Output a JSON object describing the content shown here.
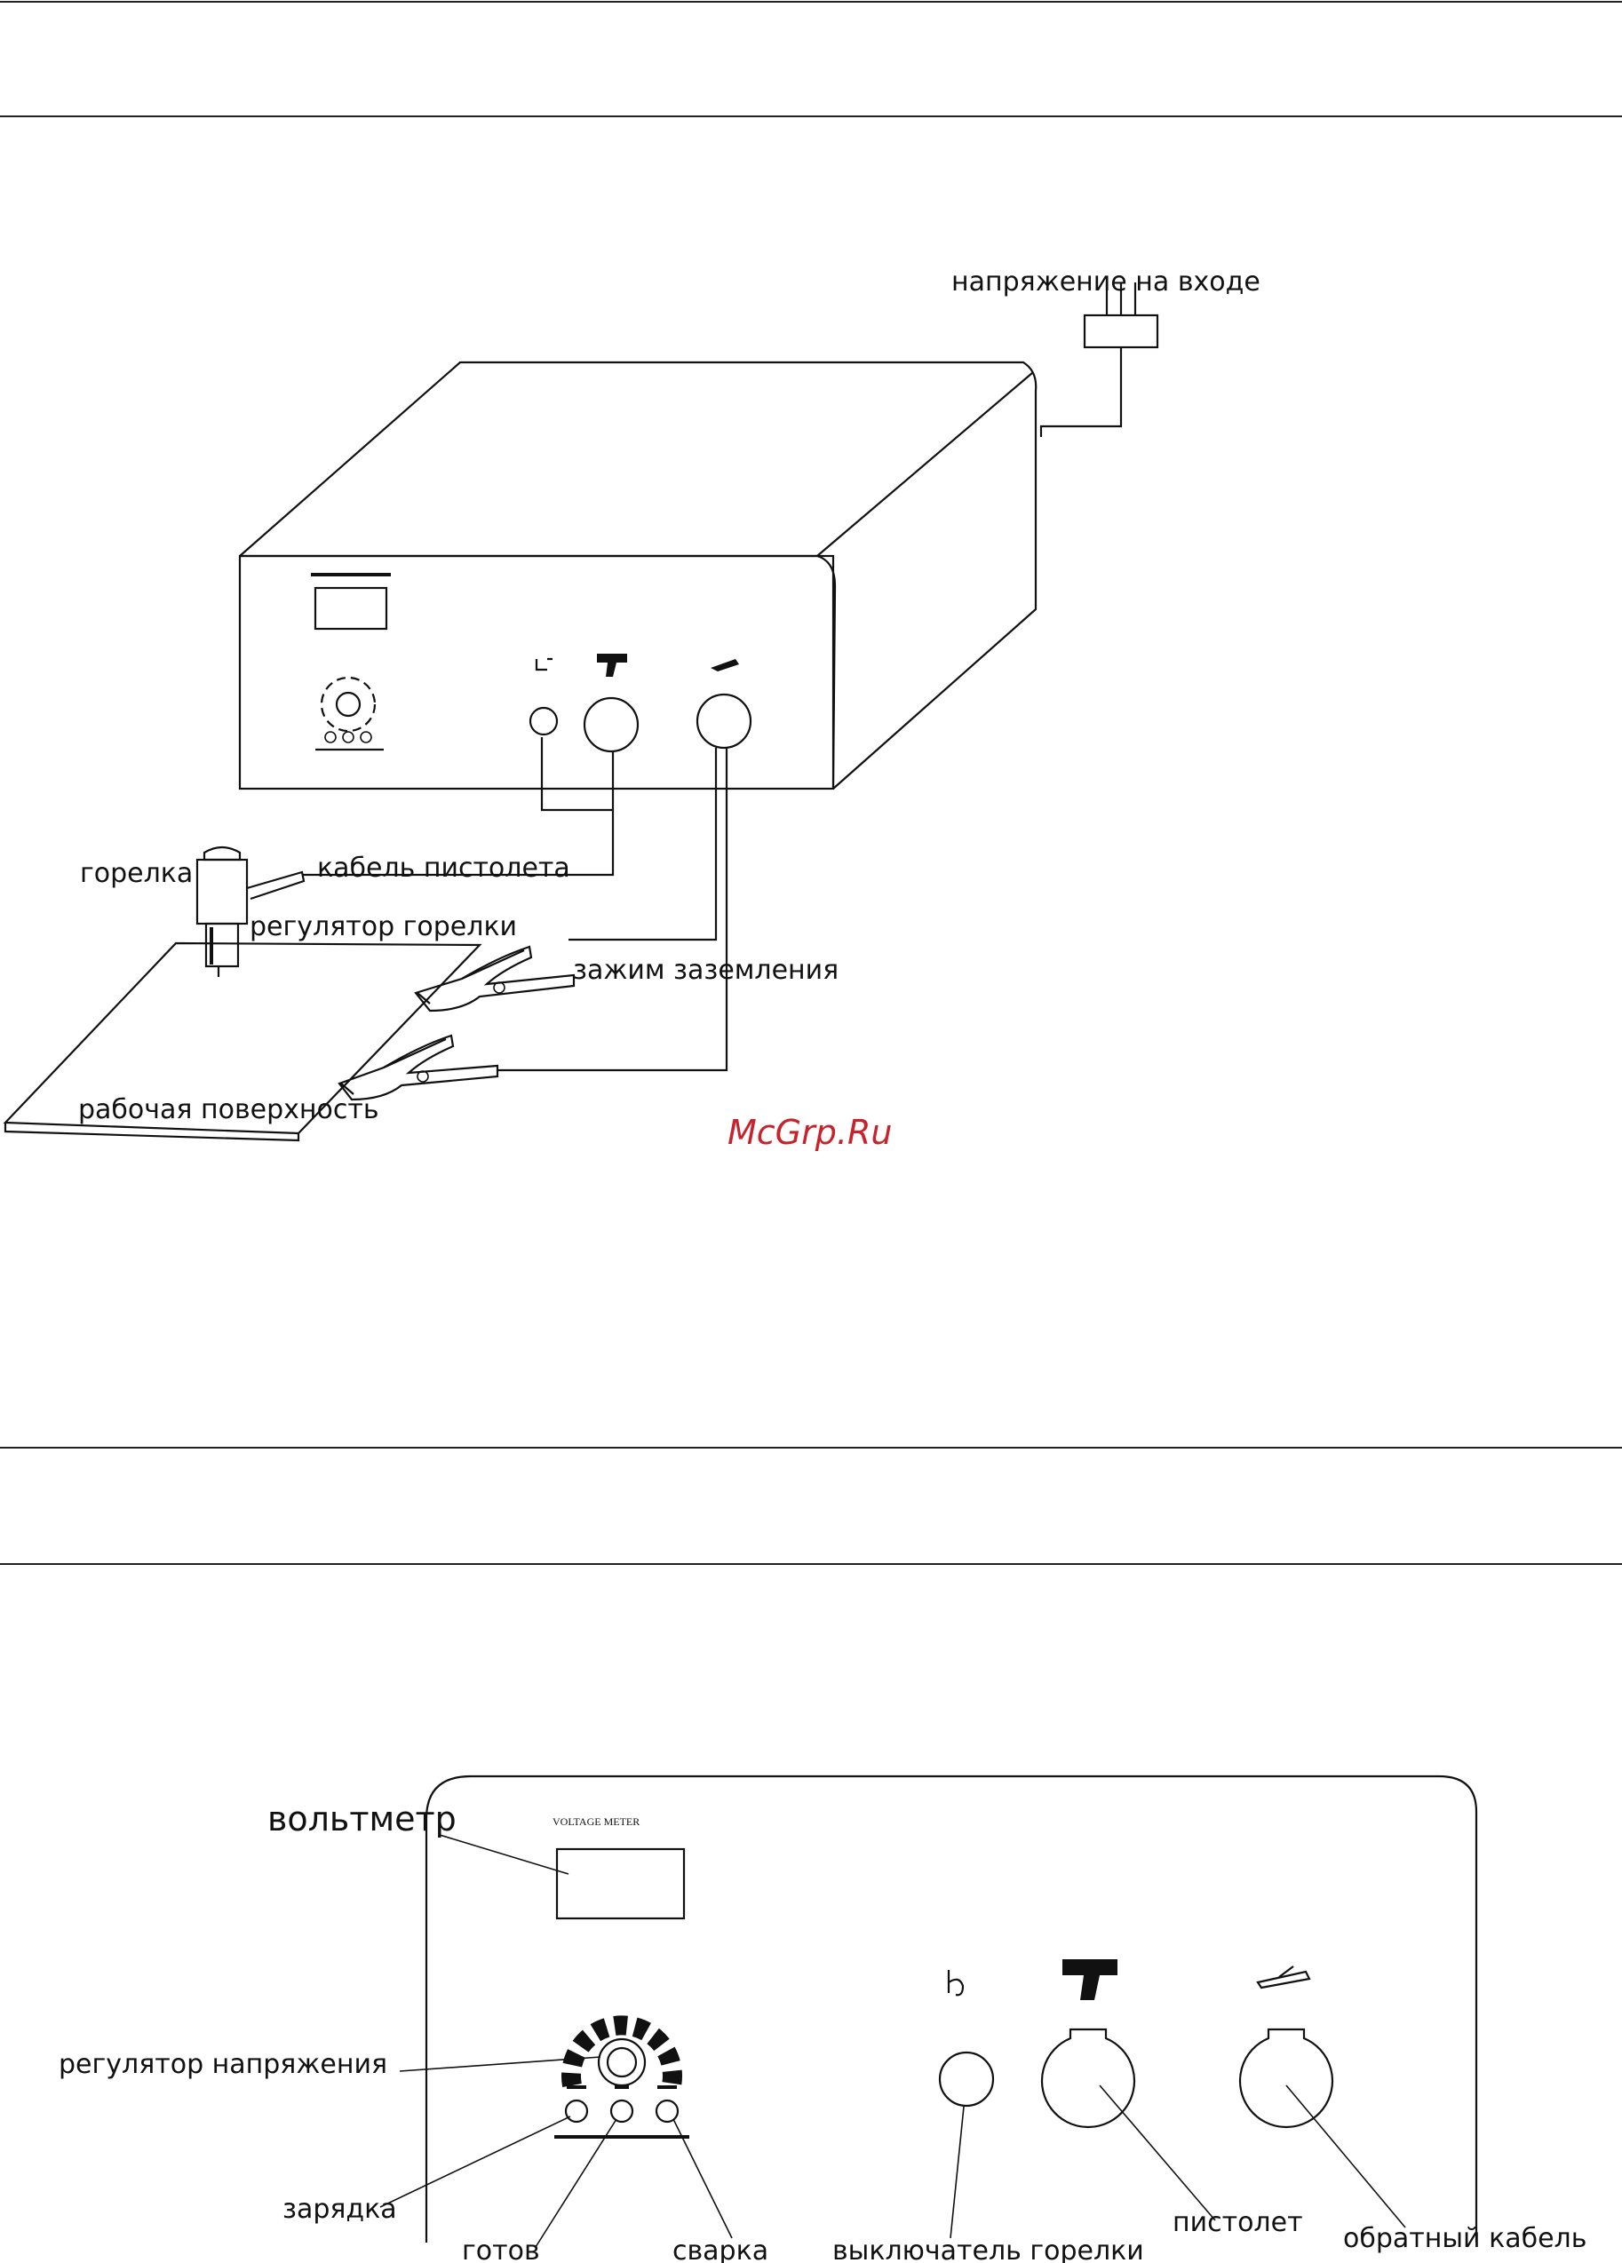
{
  "watermark": "McGrp.Ru",
  "figure1": {
    "labels": {
      "input_voltage": "напряжение на входе",
      "torch": "горелка",
      "gun_cable": "кабель пистолета",
      "torch_regulator": "регулятор горелки",
      "ground_clamp": "зажим заземления",
      "work_surface": "рабочая поверхность"
    }
  },
  "figure2": {
    "panel_text": "VOLTAGE METER",
    "labels": {
      "voltmeter": "вольтметр",
      "voltage_regulator": "регулятор напряжения",
      "charging": "зарядка",
      "ready": "готов",
      "welding": "сварка",
      "torch_switch": "выключатель горелки",
      "gun": "пистолет",
      "return_cable": "обратный кабель"
    }
  },
  "colors": {
    "ink": "#111111",
    "watermark": "#c8232c",
    "rule": "#222222"
  }
}
